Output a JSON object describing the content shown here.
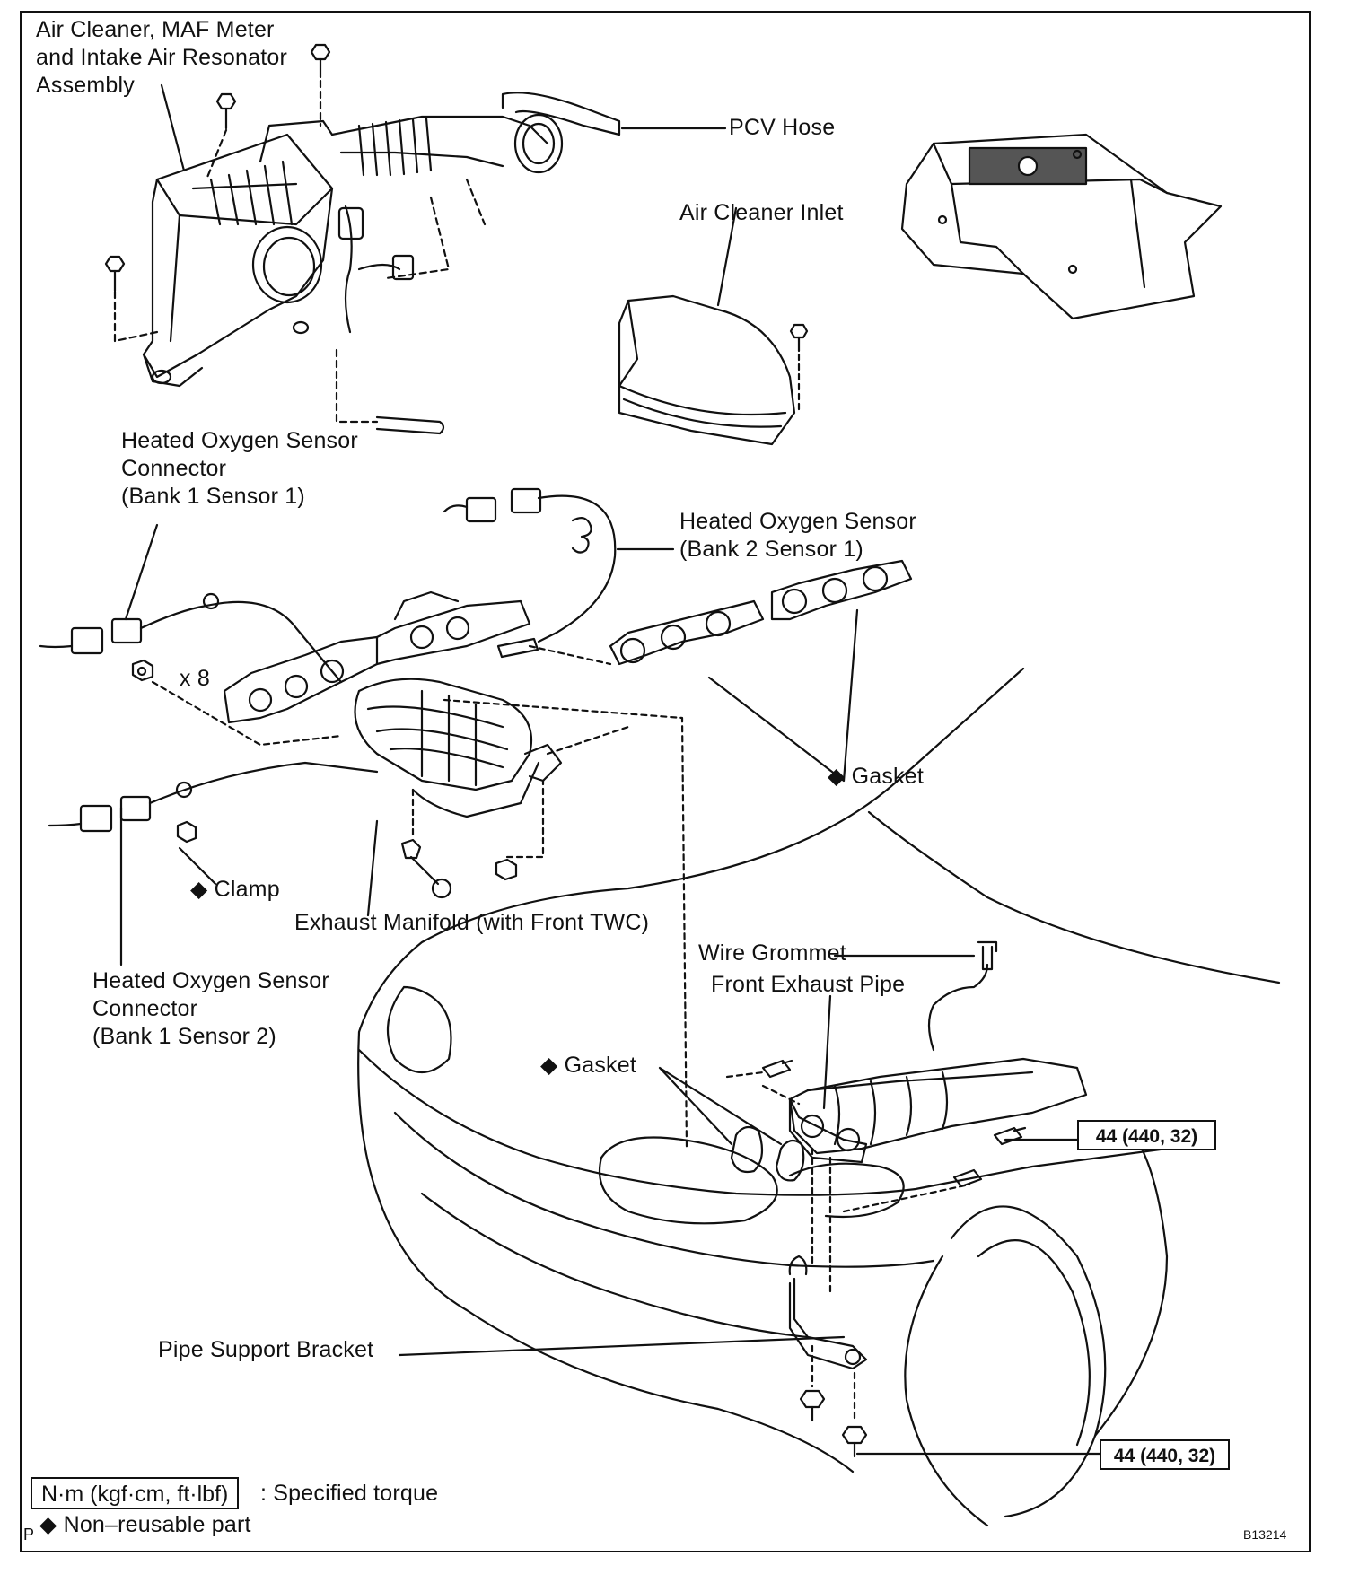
{
  "labels": {
    "air_cleaner": "Air Cleaner, MAF Meter\nand Intake Air Resonator\nAssembly",
    "pcv_hose": "PCV Hose",
    "air_cleaner_inlet": "Air Cleaner Inlet",
    "ho2s_connector_b1s1": "Heated Oxygen Sensor\nConnector\n(Bank 1 Sensor 1)",
    "ho2s_b2s1": "Heated Oxygen Sensor\n(Bank 2 Sensor 1)",
    "nut_qty": "x 8",
    "gasket_upper": "◆ Gasket",
    "clamp": "◆ Clamp",
    "exhaust_manifold": "Exhaust Manifold (with Front TWC)",
    "wire_grommet": "Wire Grommet",
    "front_exhaust_pipe": "Front Exhaust Pipe",
    "ho2s_connector_b1s2": "Heated Oxygen Sensor\nConnector\n(Bank 1 Sensor 2)",
    "gasket_lower": "◆ Gasket",
    "pipe_support_bracket": "Pipe Support Bracket"
  },
  "torque_specs": {
    "front_pipe_bolt": "44 (440, 32)",
    "bracket_bolt": "44 (440, 32)"
  },
  "legend": {
    "torque_unit": "N·m (kgf·cm, ft·lbf)",
    "torque_desc": ": Specified torque",
    "nonreusable": "◆ Non–reusable part",
    "corner_letter": "P"
  },
  "figure_id": "B13214"
}
